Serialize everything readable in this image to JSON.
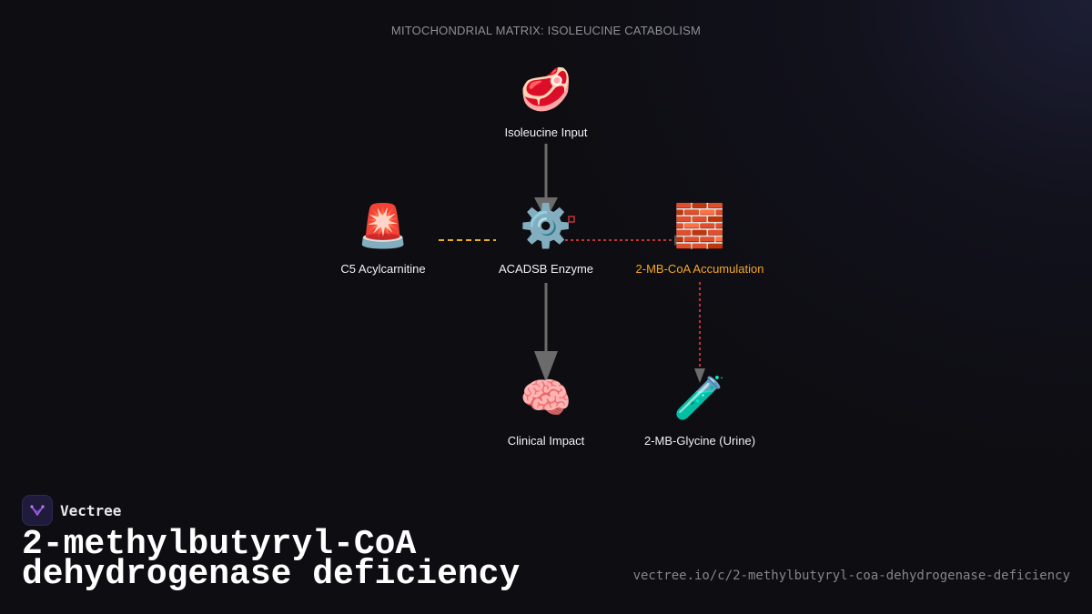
{
  "diagram": {
    "title": "MITOCHONDRIAL MATRIX: ISOLEUCINE CATABOLISM",
    "nodes": [
      {
        "id": "isoleucine",
        "icon": "🥩",
        "icon_name": "meat-icon",
        "label": "Isoleucine Input"
      },
      {
        "id": "c5",
        "icon": "🚨",
        "icon_name": "siren-icon",
        "label": "C5 Acylcarnitine"
      },
      {
        "id": "acadsb",
        "icon": "⚙️",
        "icon_name": "gear-icon",
        "label": "ACADSB Enzyme"
      },
      {
        "id": "accumulation",
        "icon": "🧱",
        "icon_name": "brick-wall-icon",
        "label": "2-MB-CoA Accumulation",
        "highlight_color": "#f5a623"
      },
      {
        "id": "clinical",
        "icon": "🧠",
        "icon_name": "brain-icon",
        "label": "Clinical Impact"
      },
      {
        "id": "glycine",
        "icon": "🧪",
        "icon_name": "test-tube-icon",
        "label": "2-MB-Glycine (Urine)"
      }
    ],
    "edges": [
      {
        "from": "isoleucine",
        "to": "acadsb",
        "style": "solid",
        "color": "#6b6b6b"
      },
      {
        "from": "acadsb",
        "to": "clinical",
        "style": "solid",
        "color": "#6b6b6b"
      },
      {
        "from": "c5",
        "to": "acadsb",
        "style": "dashed",
        "color": "#e6b020"
      },
      {
        "from": "acadsb",
        "to": "accumulation",
        "style": "dotted",
        "color": "#c0333a"
      },
      {
        "from": "accumulation",
        "to": "glycine",
        "style": "dotted",
        "color": "#c0333a"
      }
    ]
  },
  "brand": {
    "name": "Vectree",
    "logo_icon": "vectree-logo-icon"
  },
  "footer": {
    "title": "2-methylbutyryl-CoA dehydrogenase deficiency",
    "url": "vectree.io/c/2-methylbutyryl-coa-dehydrogenase-deficiency"
  }
}
